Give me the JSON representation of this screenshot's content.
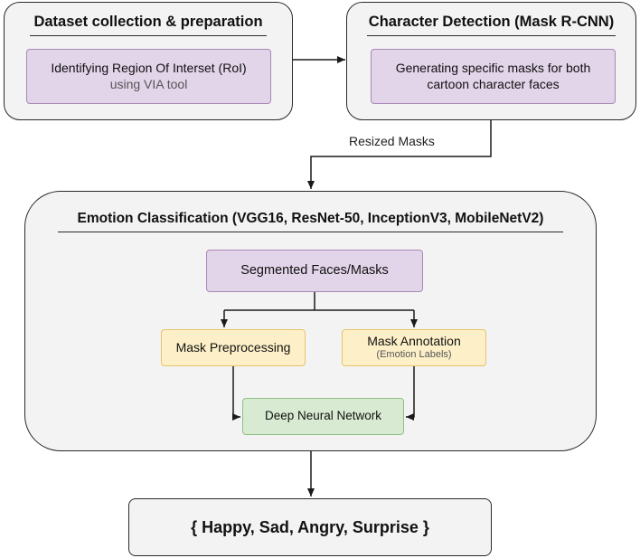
{
  "dataset": {
    "title": "Dataset collection & preparation",
    "box_line1": "Identifying Region Of Interset (RoI)",
    "box_line2": "using VIA tool"
  },
  "detection": {
    "title": "Character Detection (Mask R-CNN)",
    "box_line1": "Generating specific masks for both",
    "box_line2": "cartoon character faces"
  },
  "edge_label": "Resized Masks",
  "classification": {
    "title": "Emotion Classification (VGG16, ResNet-50, InceptionV3, MobileNetV2)",
    "segmented": "Segmented Faces/Masks",
    "preprocessing": "Mask Preprocessing",
    "annotation": "Mask Annotation",
    "annotation_sub": "(Emotion Labels)",
    "dnn": "Deep Neural Network"
  },
  "output": {
    "label": "{ Happy, Sad, Angry, Surprise }"
  }
}
